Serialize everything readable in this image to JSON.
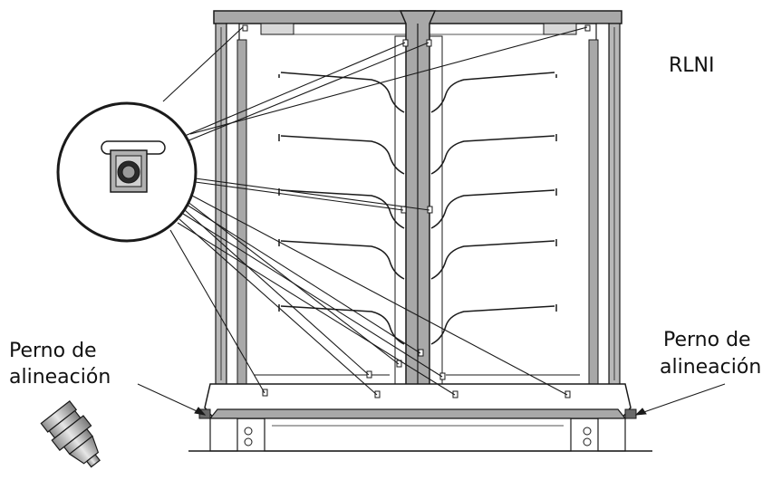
{
  "labels": {
    "model": "RLNI",
    "pin_left": [
      "Perno de",
      "alineación"
    ],
    "pin_right": [
      "Perno de",
      "alineación"
    ]
  },
  "colors": {
    "frame_fill": "#a8a8a8",
    "frame_dark": "#6a6a6a",
    "line": "#1a1a1a",
    "glass": "#ffffff",
    "pin_fill": "#c8c8c8"
  },
  "icons": {
    "alignment_pin": "alignment-pin-icon",
    "magnified_fastener": "fastener-detail-icon"
  }
}
